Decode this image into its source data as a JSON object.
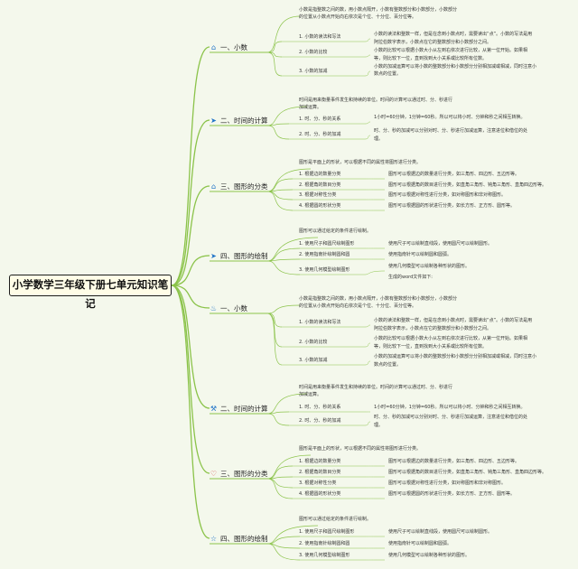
{
  "root_title": "小学数学三年级下册七单元知识笔记",
  "colors": {
    "branch": "#8bc34a",
    "root_border": "#1c1c1c",
    "background": "#f4f8ec",
    "icon_blue": "#1e73c8"
  },
  "topics": [
    {
      "icon": "house-icon",
      "title": "一、小数",
      "desc": [
        "小数是指整数之间的数，用小数点隔开，小数有整数部分和小数部分，小数部分",
        "的位置从小数点开始向右依次是个位、十分位、百分位等。"
      ],
      "items": [
        {
          "label": "1. 小数的读法和写法",
          "text": [
            "小数的读法和整数一样，但是在念到小数点时，需要读出“点”。小数的写法是用",
            "阿拉伯数字表示，小数点在它的整数部分和小数部分之间。"
          ]
        },
        {
          "label": "2. 小数的比较",
          "text": [
            "小数的比较可以根据小数大小从左到右依次进行比较，从第一位开始。如果相",
            "等，则比较下一位，直到找到大小关系或比较所有位数。"
          ]
        },
        {
          "label": "3. 小数的加减",
          "text": [
            "小数的加减运算可以将小数的整数部分和小数部分分别相加减或相减，同时注意小",
            "数点的位置。"
          ]
        }
      ]
    },
    {
      "icon": "send-icon",
      "title": "二、时间的计算",
      "desc": [
        "时间是用来衡量事件发生和持续的单位。时间的计算可以通过时、分、秒进行",
        "加减运算。"
      ],
      "items": [
        {
          "label": "1. 时、分、秒的关系",
          "text": [
            "1小时=60分钟，1分钟=60秒。所以可以将小时、分钟和秒之间相互转换。"
          ]
        },
        {
          "label": "2. 时、分、秒的加减",
          "text": [
            "时、分、秒的加减可以分别对时、分、秒进行加减运算，注意进位和借位的处",
            "理。"
          ]
        }
      ]
    },
    {
      "icon": "house-icon",
      "title": "三、图形的分类",
      "desc": [
        "图形是平面上的形状，可以根据不同的属性将图形进行分类。"
      ],
      "items": [
        {
          "label": "1. 根据边的数量分类",
          "text": [
            "图形可以根据边的数量进行分类，如三角形、四边形、五边形等。"
          ]
        },
        {
          "label": "2. 根据角的数目分类",
          "text": [
            "图形可以根据角的数目进行分类，如直角三角形、钝角三角形、直角四边形等。"
          ]
        },
        {
          "label": "3. 根据对称性分类",
          "text": [
            "图形可以根据对称性进行分类，如对称图形和非对称图形。"
          ]
        },
        {
          "label": "4. 根据圆的形状分类",
          "text": [
            "图形可以根据圆的形状进行分类，如长方形、正方形、圆形等。"
          ]
        }
      ]
    },
    {
      "icon": "send-icon",
      "title": "四、图形的绘制",
      "desc": [
        "图形可以通过给定的条件进行绘制。"
      ],
      "items": [
        {
          "label": "1. 使用尺子和圆尺绘制图形",
          "text": [
            "使用尺子可以绘制直线段，使用圆尺可以绘制圆形。"
          ]
        },
        {
          "label": "2. 使用指南针绘制圆和圆",
          "text": [
            "使用指南针可以绘制圆和圆弧。"
          ]
        },
        {
          "label": "3. 使用几何模型绘制图形",
          "text": [
            "使用几何模型可以绘制各种形状的图形。"
          ],
          "extra": "生成的word文件如下:"
        }
      ]
    },
    {
      "icon": "flame-icon",
      "title": "一、小数",
      "desc": [
        "小数是指整数之间的数，用小数点隔开，小数有整数部分和小数部分，小数部分",
        "的位置从小数点开始向右依次是个位、十分位、百分位等。"
      ],
      "items": [
        {
          "label": "1. 小数的读法和写法",
          "text": [
            "小数的读法和整数一样，但是在念到小数点时，需要读出“点”。小数的写法是用",
            "阿拉伯数字表示，小数点在它的整数部分和小数部分之间。"
          ]
        },
        {
          "label": "2. 小数的比较",
          "text": [
            "小数的比较可以根据小数大小从左到右依次进行比较，从第一位开始。如果相",
            "等，则比较下一位，直到找到大小关系或比较所有位数。"
          ]
        },
        {
          "label": "3. 小数的加减",
          "text": [
            "小数的加减运算可以将小数的整数部分和小数部分分别相加减或相减，同时注意小",
            "数点的位置。"
          ]
        }
      ]
    },
    {
      "icon": "tools-icon",
      "title": "二、时间的计算",
      "desc": [
        "时间是用来衡量事件发生和持续的单位。时间的计算可以通过时、分、秒进行",
        "加减运算。"
      ],
      "items": [
        {
          "label": "1. 时、分、秒的关系",
          "text": [
            "1小时=60分钟，1分钟=60秒。所以可以将小时、分钟和秒之间相互转换。"
          ]
        },
        {
          "label": "2. 时、分、秒的加减",
          "text": [
            "时、分、秒的加减可以分别对时、分、秒进行加减运算，注意进位和借位的处",
            "理。"
          ]
        }
      ]
    },
    {
      "icon": "heart-icon",
      "title": "三、图形的分类",
      "desc": [
        "图形是平面上的形状，可以根据不同的属性将图形进行分类。"
      ],
      "items": [
        {
          "label": "1. 根据边的数量分类",
          "text": [
            "图形可以根据边的数量进行分类，如三角形、四边形、五边形等。"
          ]
        },
        {
          "label": "2. 根据角的数目分类",
          "text": [
            "图形可以根据角的数目进行分类，如直角三角形、钝角三角形、直角四边形等。"
          ]
        },
        {
          "label": "3. 根据对称性分类",
          "text": [
            "图形可以根据对称性进行分类，如对称图形和非对称图形。"
          ]
        },
        {
          "label": "4. 根据圆的形状分类",
          "text": [
            "图形可以根据圆的形状进行分类，如长方形、正方形、圆形等。"
          ]
        }
      ]
    },
    {
      "icon": "star-icon",
      "title": "四、图形的绘制",
      "desc": [
        "图形可以通过给定的条件进行绘制。"
      ],
      "items": [
        {
          "label": "1. 使用尺子和圆尺绘制图形",
          "text": [
            "使用尺子可以绘制直线段，使用圆尺可以绘制圆形。"
          ]
        },
        {
          "label": "2. 使用指南针绘制圆和圆",
          "text": [
            "使用指南针可以绘制圆和圆弧。"
          ]
        },
        {
          "label": "3. 使用几何模型绘制图形",
          "text": [
            "使用几何模型可以绘制各种形状的图形。"
          ]
        }
      ]
    }
  ]
}
